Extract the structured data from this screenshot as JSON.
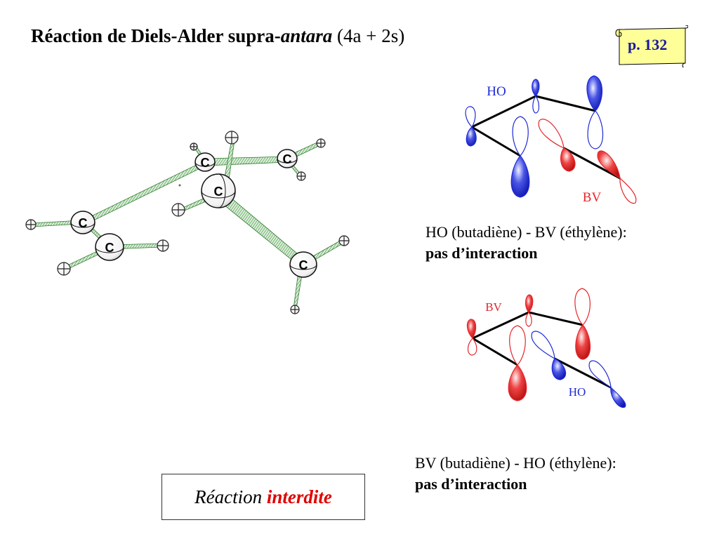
{
  "title": {
    "prefix": "Réaction de  Diels-Alder supra-",
    "italic": "antara",
    "suffix": " (4a + 2s)"
  },
  "page_ref": "p. 132",
  "molecule": {
    "atom_label": "C"
  },
  "orbital_diagram_1": {
    "label_top": "HO",
    "label_bottom": "BV",
    "caption_line1": "HO (butadiène) - BV (éthylène):",
    "caption_line2": "pas d’interaction"
  },
  "orbital_diagram_2": {
    "label_top": "BV",
    "label_bottom": "HO",
    "caption_line1": "BV (butadiène) - HO (éthylène):",
    "caption_line2": "pas d’interaction"
  },
  "verdict": {
    "text": "Réaction ",
    "emphasis": "interdite"
  },
  "colors": {
    "blue": "#1f2ad6",
    "red": "#e4262b",
    "bond_green": "#3b9a3b"
  }
}
